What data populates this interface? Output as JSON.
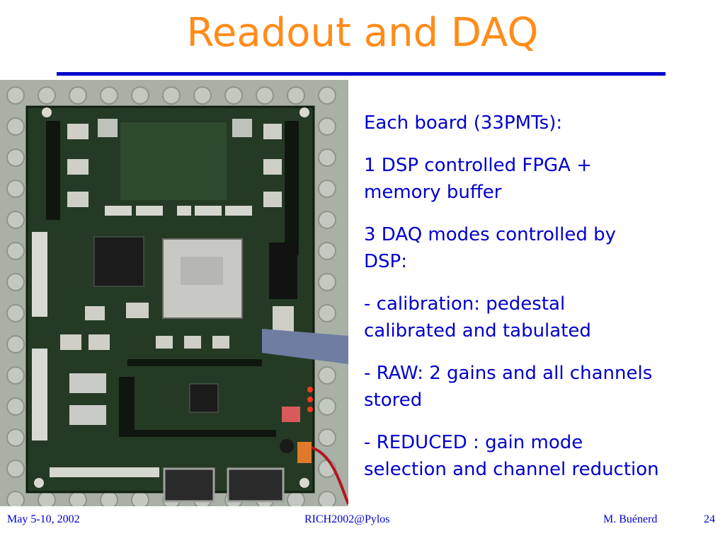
{
  "slide": {
    "title": "Readout and DAQ",
    "colors": {
      "title": "#ff8c1a",
      "text": "#0000cc",
      "rule": "#0000cc"
    },
    "paragraphs": [
      {
        "lines": [
          "Each board (33PMTs):"
        ]
      },
      {
        "lines": [
          "1 DSP controlled FPGA +",
          "memory buffer"
        ]
      },
      {
        "lines": [
          "3 DAQ modes controlled by",
          "DSP:"
        ]
      },
      {
        "lines": [
          "- calibration: pedestal",
          "calibrated and tabulated"
        ]
      },
      {
        "lines": [
          "- RAW: 2 gains and all channels",
          "stored"
        ]
      },
      {
        "lines": [
          "- REDUCED : gain mode",
          "selection and channel reduction"
        ]
      }
    ]
  },
  "footer": {
    "date": "May 5-10, 2002",
    "event": "RICH2002@Pylos",
    "author": "M. Buénerd",
    "page": "24"
  }
}
